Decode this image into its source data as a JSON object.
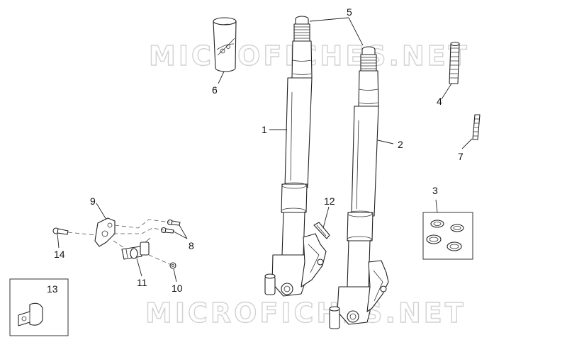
{
  "watermark": {
    "text": "MICROFICHES.NET"
  },
  "callouts": [
    {
      "id": "1",
      "label": "1"
    },
    {
      "id": "2",
      "label": "2"
    },
    {
      "id": "3",
      "label": "3"
    },
    {
      "id": "4",
      "label": "4"
    },
    {
      "id": "5",
      "label": "5"
    },
    {
      "id": "6",
      "label": "6"
    },
    {
      "id": "7",
      "label": "7"
    },
    {
      "id": "8",
      "label": "8"
    },
    {
      "id": "9",
      "label": "9"
    },
    {
      "id": "10",
      "label": "10"
    },
    {
      "id": "11",
      "label": "11"
    },
    {
      "id": "12",
      "label": "12"
    },
    {
      "id": "13",
      "label": "13"
    },
    {
      "id": "14",
      "label": "14"
    }
  ]
}
